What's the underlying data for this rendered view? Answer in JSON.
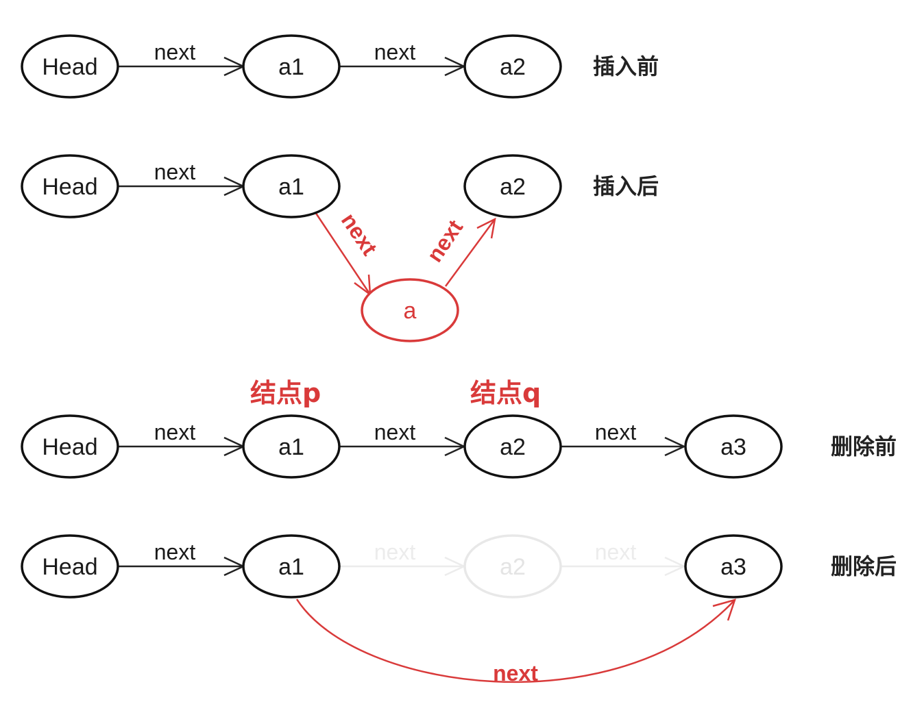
{
  "captions": {
    "before_insert": "插入前",
    "after_insert": "插入后",
    "before_delete": "删除前",
    "after_delete": "删除后"
  },
  "highlights": {
    "node_p": "结点p",
    "node_q": "结点q"
  },
  "rows": {
    "before_insert": {
      "nodes": [
        "Head",
        "a1",
        "a2"
      ],
      "edges": [
        "next",
        "next"
      ]
    },
    "after_insert": {
      "nodes": [
        "Head",
        "a1",
        "a2",
        "a"
      ],
      "edges": [
        "next",
        "next",
        "next"
      ]
    },
    "before_delete": {
      "nodes": [
        "Head",
        "a1",
        "a2",
        "a3"
      ],
      "edges": [
        "next",
        "next",
        "next"
      ]
    },
    "after_delete": {
      "nodes": [
        "Head",
        "a1",
        "a2",
        "a3"
      ],
      "edges": [
        "next",
        "next",
        "next",
        "next"
      ]
    }
  },
  "colors": {
    "node_stroke": "#111111",
    "highlight": "#d93a3a",
    "faded": "#e8e8e8"
  }
}
